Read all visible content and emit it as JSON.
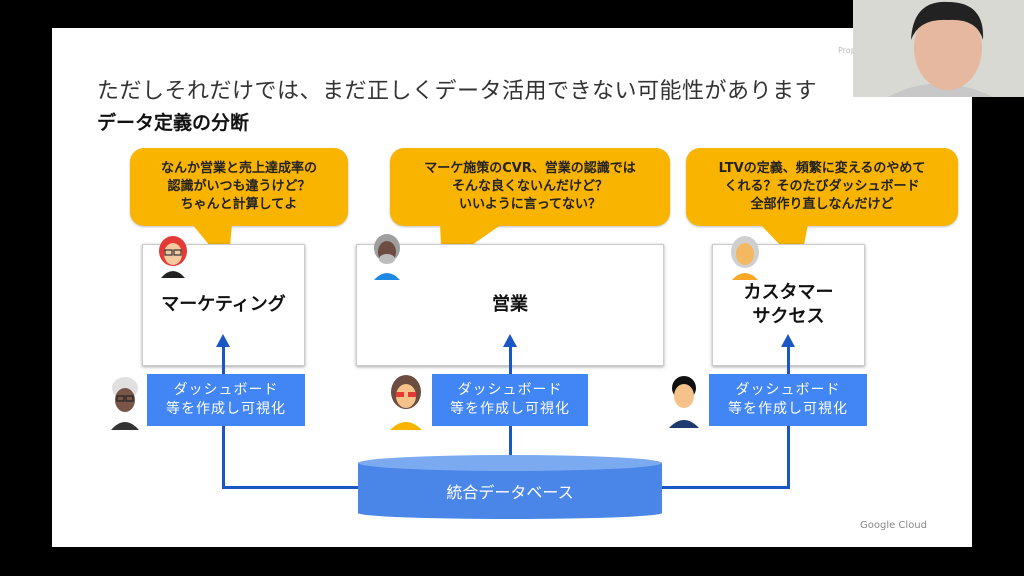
{
  "slide": {
    "title": "ただしそれだけでは、まだ正しくデータ活用できない可能性があります",
    "subtitle": "データ定義の分断",
    "corner_label": "Prop",
    "footer_brand": "Google Cloud"
  },
  "bubbles": [
    {
      "text": "なんか営業と売上達成率の\n認識がいつも違うけど？\nちゃんと計算してよ"
    },
    {
      "text": "マーケ施策のCVR、営業の認識では\nそんな良くないんだけど？\nいいように言ってない？"
    },
    {
      "text": "LTVの定義、頻繁に変えるのやめて\nくれる？そのたびダッシュボード\n全部作り直しなんだけど"
    }
  ],
  "departments": [
    {
      "label": "マーケティング"
    },
    {
      "label": "営業"
    },
    {
      "label": "カスタマー\nサクセス"
    }
  ],
  "dashboards": [
    {
      "label": "ダッシュボード\n等を作成し可視化"
    },
    {
      "label": "ダッシュボード\n等を作成し可視化"
    },
    {
      "label": "ダッシュボード\n等を作成し可視化"
    }
  ],
  "database": {
    "label": "統合データベース"
  },
  "colors": {
    "bubble": "#f9b400",
    "dashboard": "#4285f4",
    "line": "#1a56c4",
    "database": "#4a86e8"
  }
}
